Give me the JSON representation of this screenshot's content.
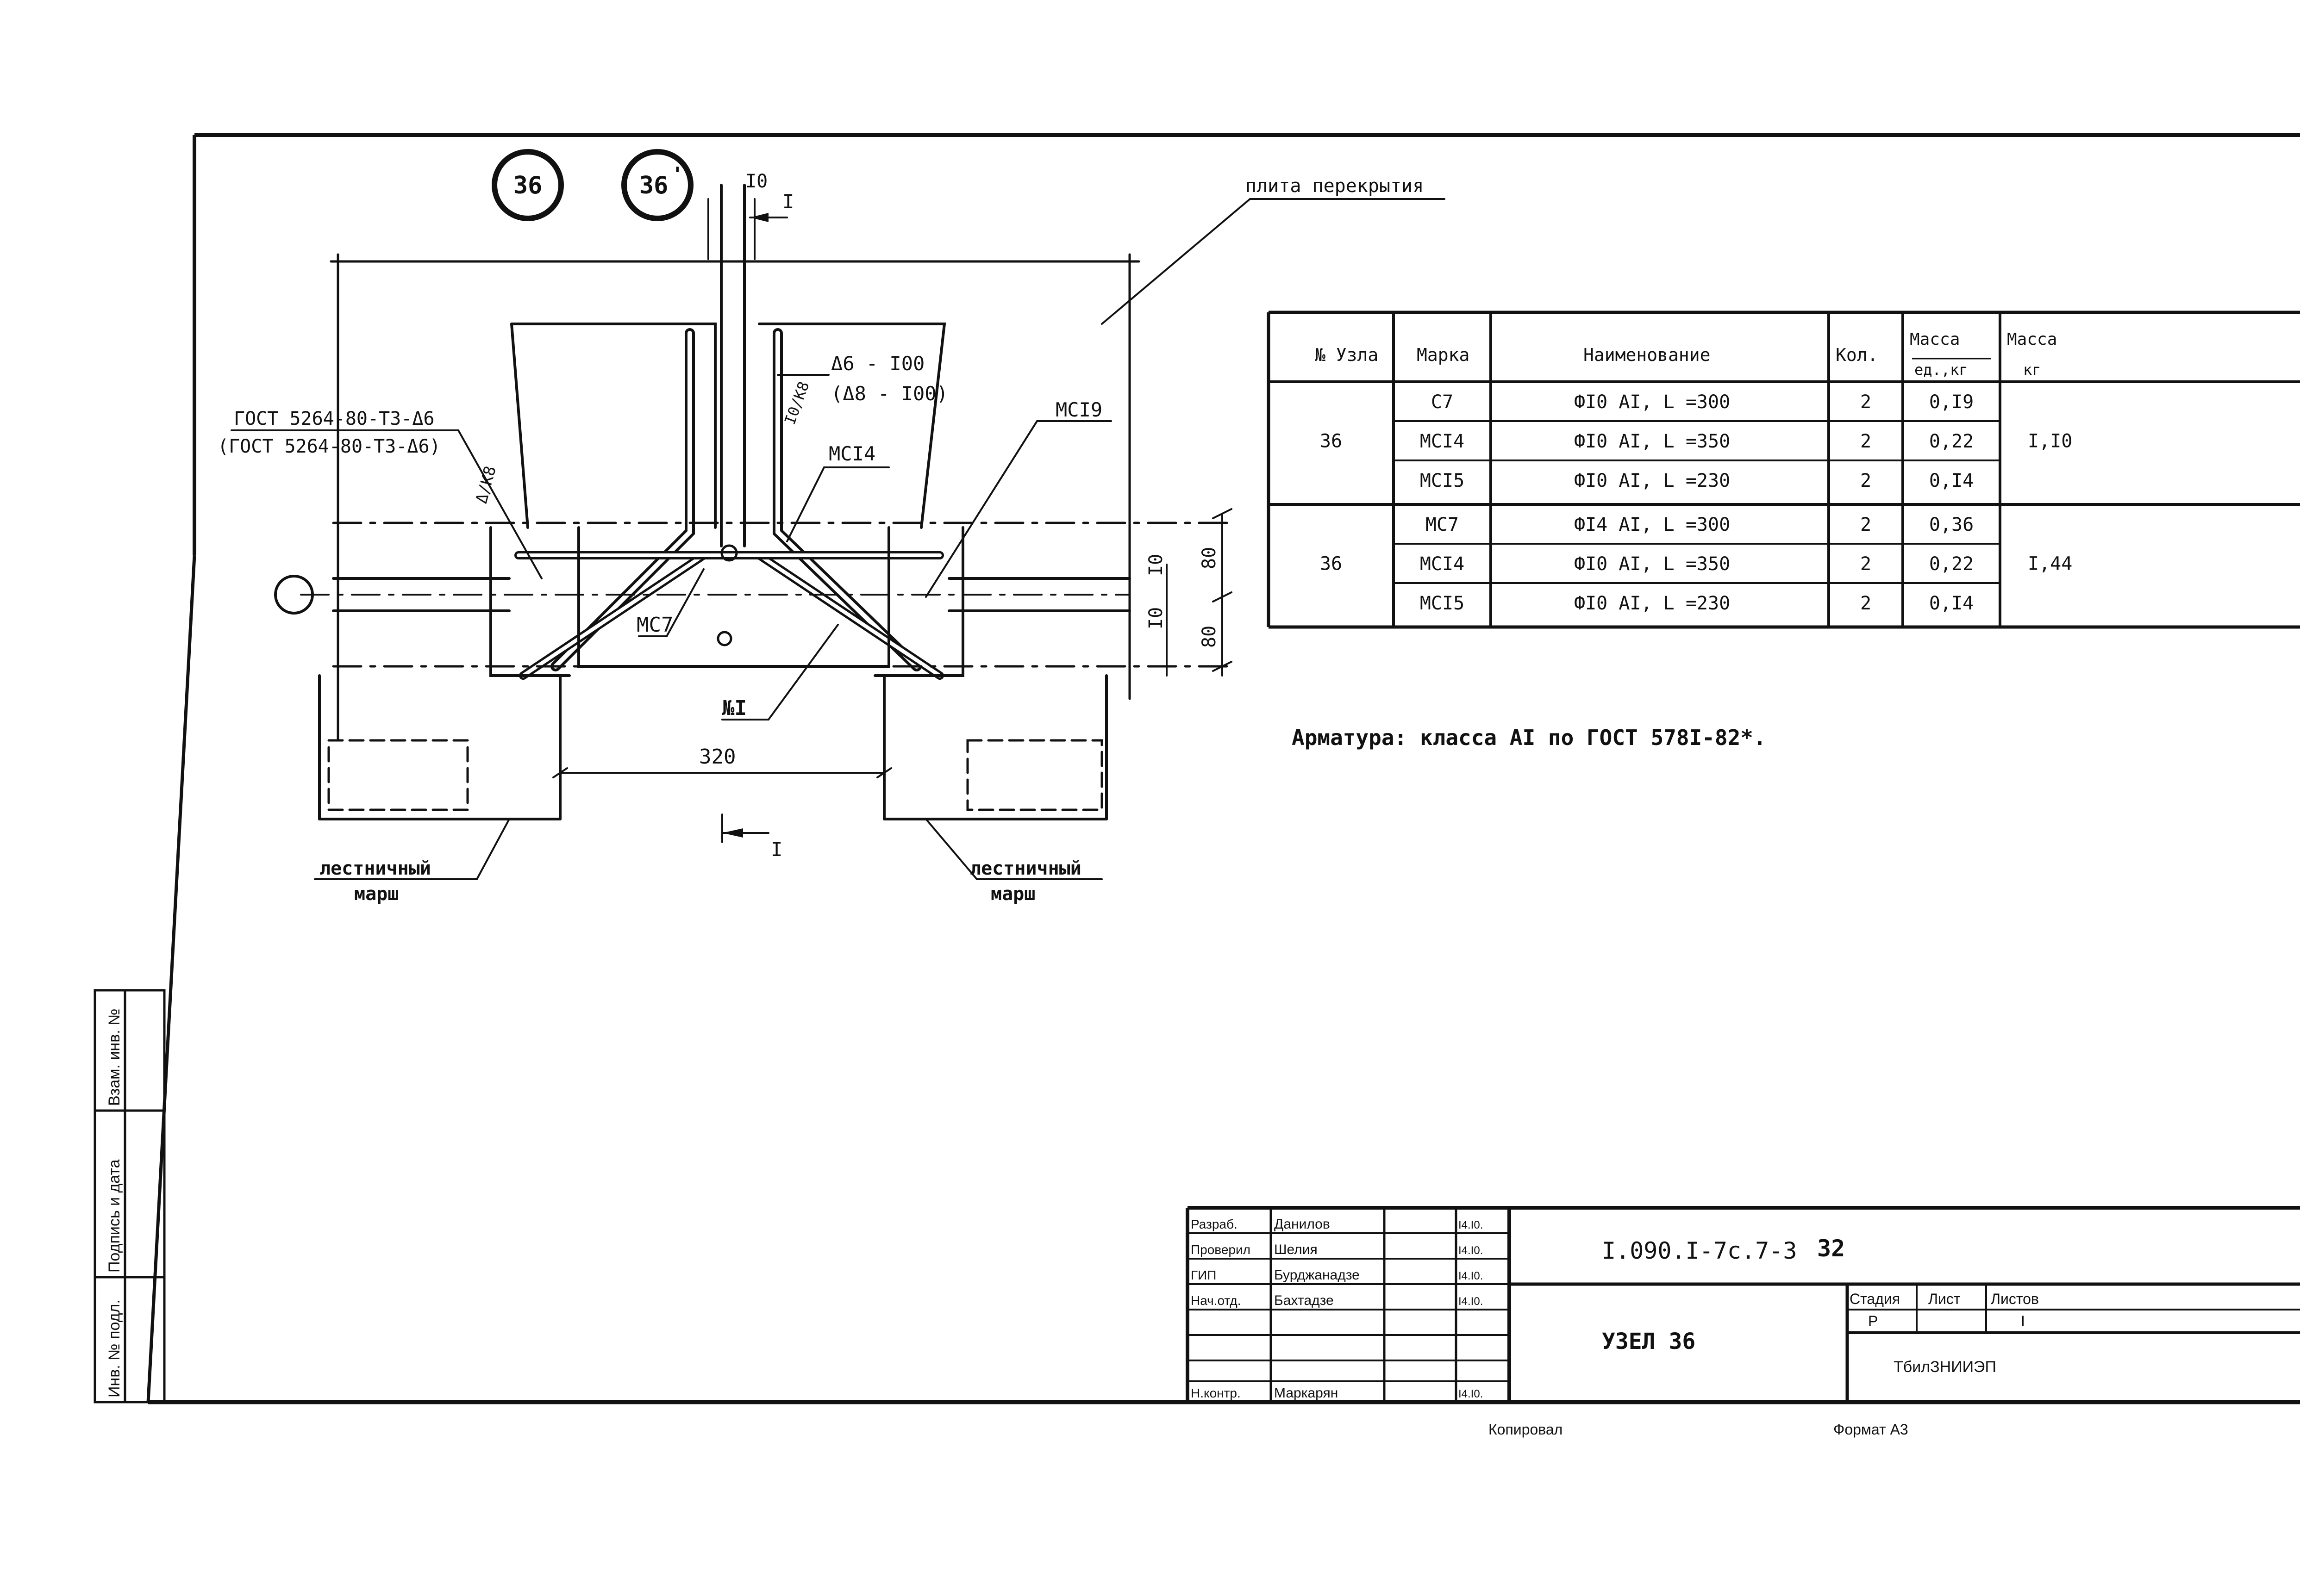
{
  "drawing": {
    "marks": {
      "node_a": "36",
      "node_b": "36",
      "node_b_prime": "'"
    },
    "labels": {
      "slab": "плита перекрытия",
      "gost_a": "ГОСТ 5264-80-Т3-Δ6",
      "gost_b": "(ГОСТ 5264-80-Т3-Δ6)",
      "weld_len": "Δ/K8",
      "stirrup_a": "Δ6 - I00",
      "stirrup_b": "(Δ8 - I00)",
      "diag_tag": "I0/K8",
      "mc19": "МСI9",
      "mc14": "МСI4",
      "mc7": "МС7",
      "m1": "№I",
      "stair_left_1": "лестничный",
      "stair_left_2": "марш",
      "stair_right_1": "лестничный",
      "stair_right_2": "марш",
      "section_top": "I",
      "section_bottom": "I"
    },
    "dims": {
      "top_gap": "I0",
      "d80": "80",
      "d80b": "80",
      "d10a": "I0",
      "d10b": "I0",
      "width": "320"
    }
  },
  "table": {
    "headers": [
      "№ Узла",
      "Марка",
      "Наименование",
      "Кол.",
      "Масса ед.,кг",
      "Масса кг"
    ],
    "groups": [
      {
        "node": "36",
        "total": "I,I0",
        "rows": [
          {
            "mark": "С7",
            "name": "ФI0 AI, L =300",
            "qty": "2",
            "unit_mass": "0,I9"
          },
          {
            "mark": "МСI4",
            "name": "ФI0 AI, L =350",
            "qty": "2",
            "unit_mass": "0,22"
          },
          {
            "mark": "МСI5",
            "name": "ФI0 AI, L =230",
            "qty": "2",
            "unit_mass": "0,I4"
          }
        ]
      },
      {
        "node": "36",
        "total": "I,44",
        "rows": [
          {
            "mark": "МС7",
            "name": "ФI4 AI, L =300",
            "qty": "2",
            "unit_mass": "0,36"
          },
          {
            "mark": "МСI4",
            "name": "ФI0 AI, L =350",
            "qty": "2",
            "unit_mass": "0,22"
          },
          {
            "mark": "МСI5",
            "name": "ФI0 AI, L =230",
            "qty": "2",
            "unit_mass": "0,I4"
          }
        ]
      }
    ]
  },
  "note": "Арматура: класса AI по ГОСТ 578I-82*.",
  "title_block": {
    "roles": [
      "Разраб.",
      "Проверил",
      "ГИП",
      "Нач.отд.",
      "",
      "",
      "Н.контр."
    ],
    "names": [
      "Данилов",
      "Шелия",
      "Бурджанадзе",
      "Бахтадзе",
      "",
      "",
      "Маркарян"
    ],
    "dates": [
      "I4.I0.",
      "I4.I0.",
      "I4.I0.",
      "I4.I0.",
      "",
      "",
      "I4.I0."
    ],
    "doc_code": "I.090.I-7с.7-3",
    "sheet_num": "32",
    "title": "УЗЕЛ 36",
    "stage_label": "Стадия",
    "sheet_label": "Лист",
    "sheets_label": "Листов",
    "stage": "Р",
    "sheet": "I",
    "org": "ТбилЗНИИЭП",
    "copied": "Копировал",
    "format": "Формат А3"
  },
  "side_stamp": {
    "inv_orig": "Инв. № подл.",
    "sign_date": "Подпись и дата",
    "inv_dup": "Взам. инв. №"
  }
}
